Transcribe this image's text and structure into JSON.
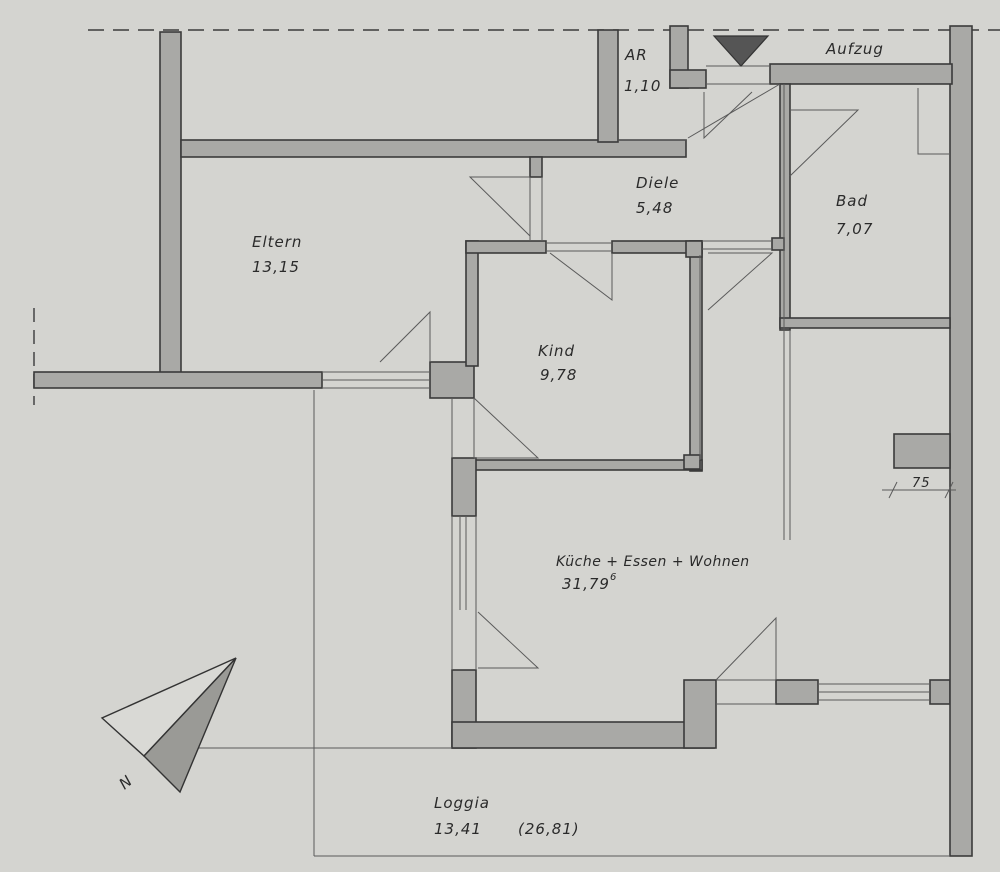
{
  "rooms": {
    "ar": {
      "name": "AR",
      "area": "1,10"
    },
    "aufzug": {
      "name": "Aufzug"
    },
    "diele": {
      "name": "Diele",
      "area": "5,48"
    },
    "bad": {
      "name": "Bad",
      "area": "7,07"
    },
    "eltern": {
      "name": "Eltern",
      "area": "13,15"
    },
    "kind": {
      "name": "Kind",
      "area": "9,78"
    },
    "kueche": {
      "name": "Küche + Essen + Wohnen",
      "area": "31,79",
      "superscript": "6"
    },
    "loggia": {
      "name": "Loggia",
      "area": "13,41",
      "area_total": "(26,81)"
    }
  },
  "dimension": {
    "value": "75"
  },
  "north_arrow": {
    "label": "N",
    "icon": "north-arrow-icon"
  },
  "entrance_marker": {
    "icon": "triangle-entrance-icon"
  },
  "colors": {
    "paper": "#d4d4d0",
    "wall_fill": "#a9a9a6",
    "ink": "#2a2a2a"
  }
}
